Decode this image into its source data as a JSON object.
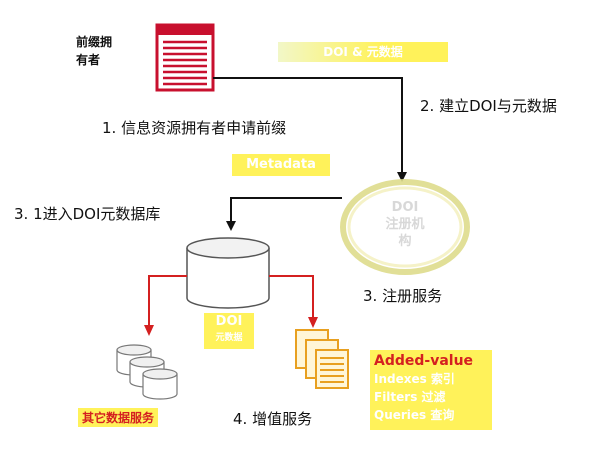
{
  "owner_label": [
    "前缀拥",
    "有者"
  ],
  "step1": "1. 信息资源拥有者申请前缀",
  "doi_meta_badge": "DOI & 元数据",
  "step2": "2. 建立DOI与元数据",
  "metadata_badge": "Metadata",
  "step31": "3. 1进入DOI元数据库",
  "registry_label": [
    "DOI",
    "注册机",
    "构"
  ],
  "step3": "3. 注册服务",
  "doi_db_label": [
    "DOI",
    "元数据"
  ],
  "other_services": "其它数据服务",
  "step4": "4. 增值服务",
  "added_value": {
    "title": "Added-value",
    "items": [
      "Indexes 索引",
      "Filters  过滤",
      "Queries 查询"
    ]
  },
  "colors": {
    "accent_red": "#d42020",
    "doc_red": "#c8102e",
    "yellow": "#fff25a",
    "doc_orange": "#e8a020"
  }
}
